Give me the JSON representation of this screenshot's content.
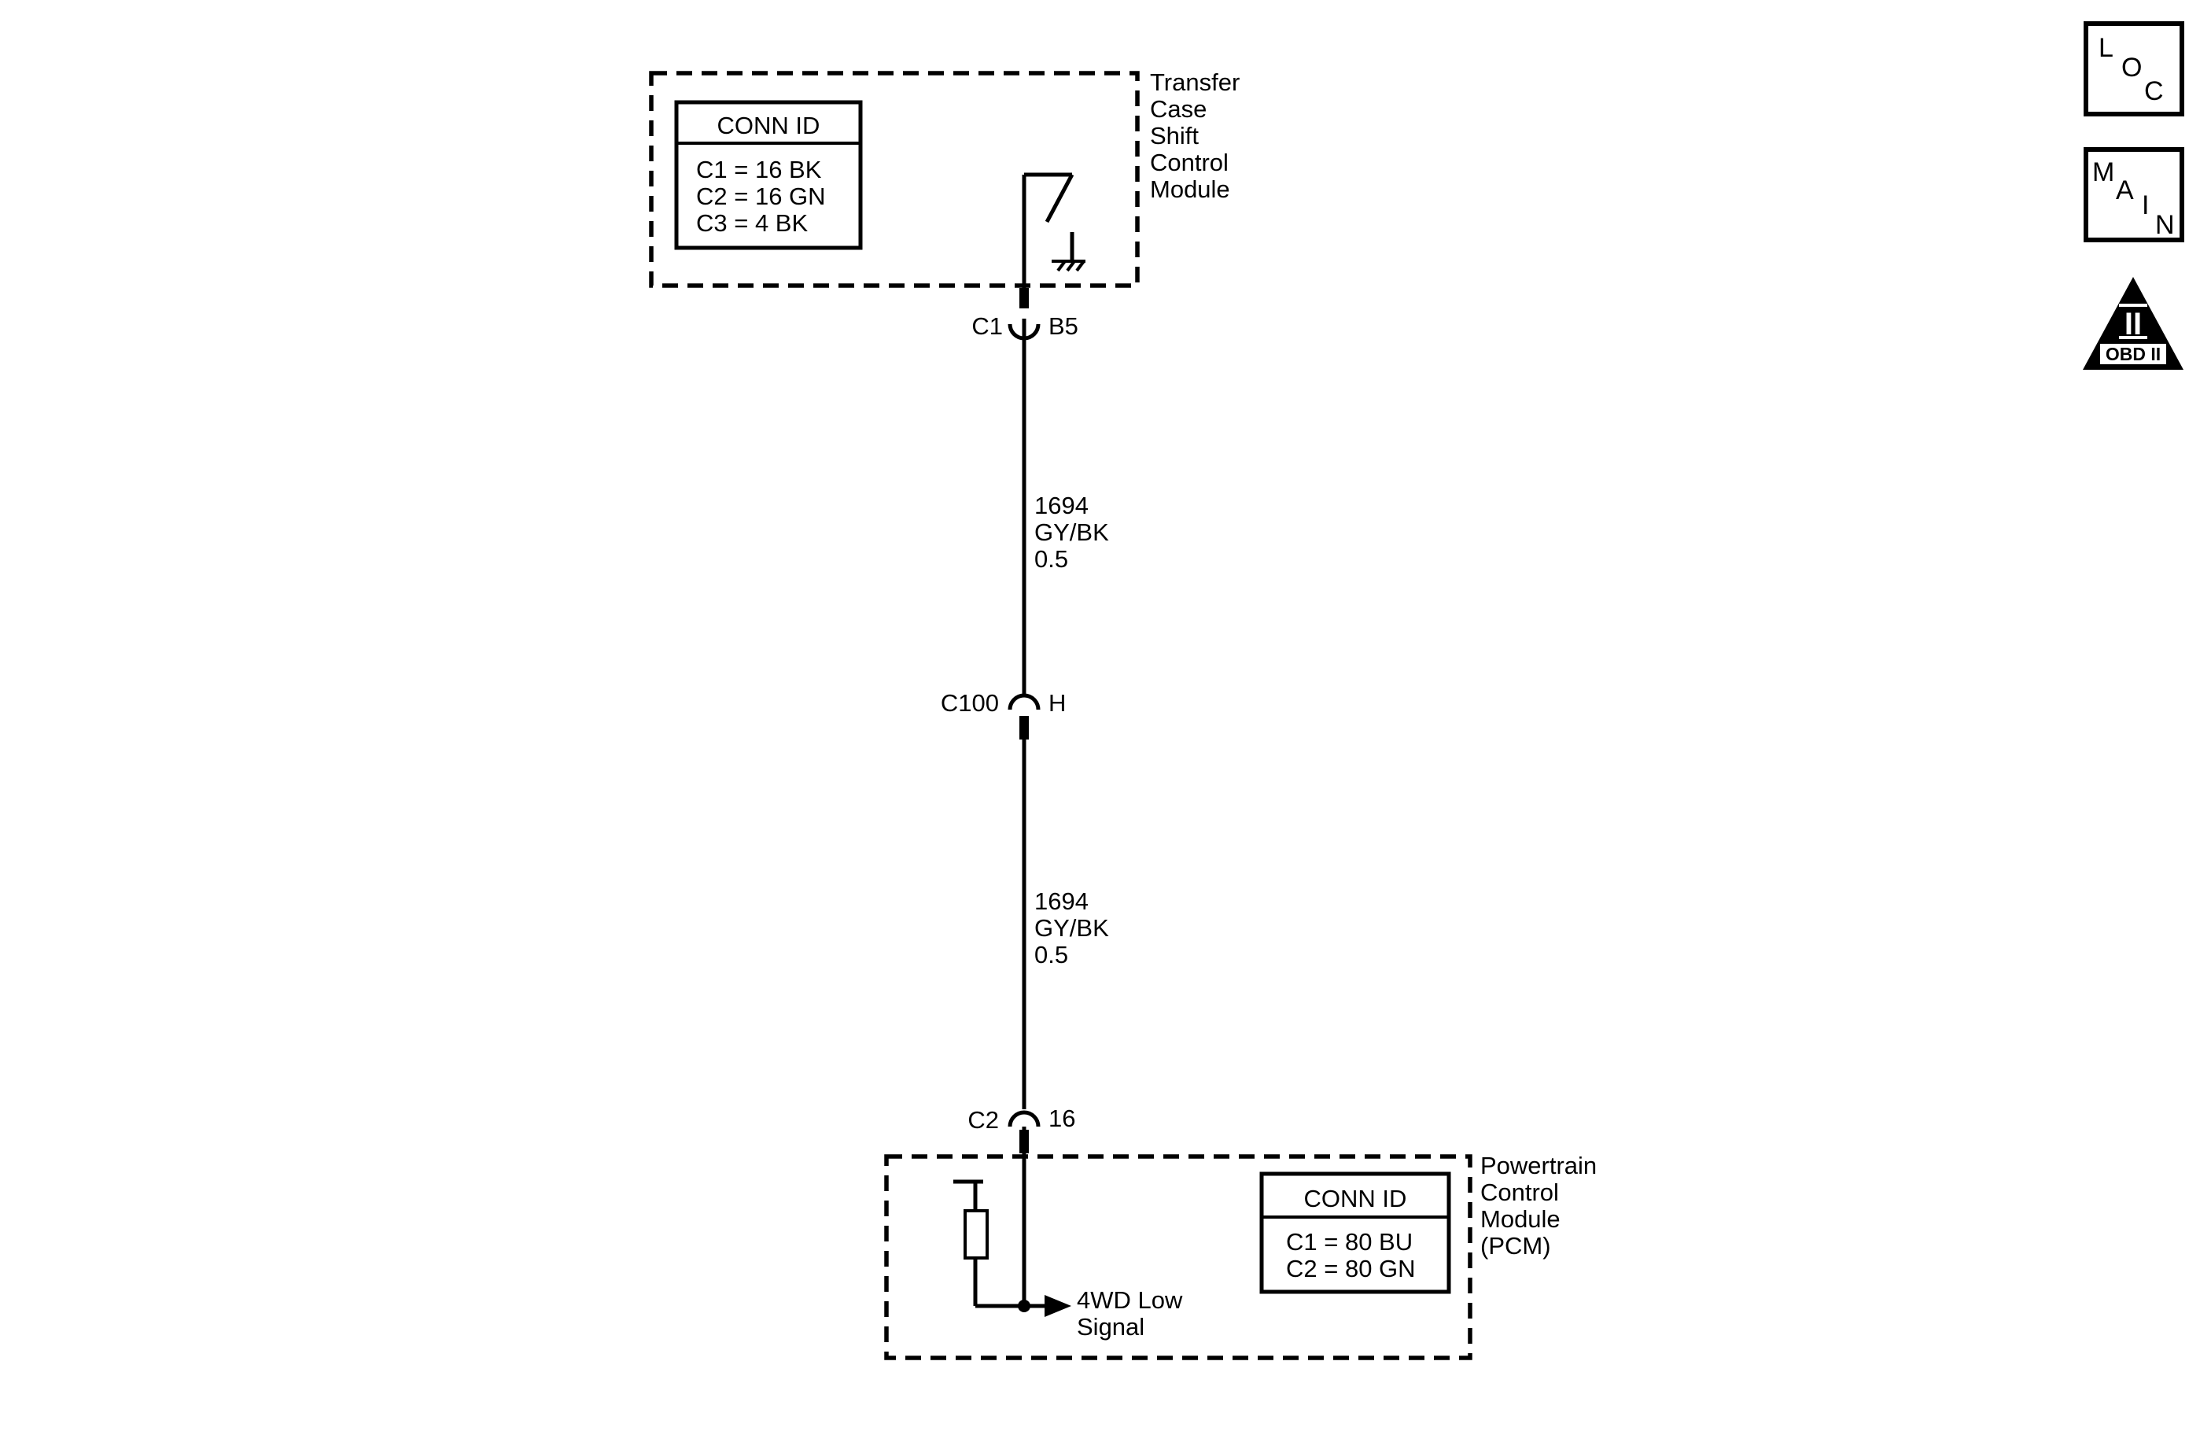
{
  "modules": {
    "tccm": {
      "name_lines": [
        "Transfer",
        "Case",
        "Shift",
        "Control",
        "Module"
      ],
      "conn_id": {
        "title": "CONN ID",
        "rows": [
          "C1 = 16 BK",
          "C2 = 16 GN",
          "C3 = 4 BK"
        ]
      }
    },
    "pcm": {
      "name_lines": [
        "Powertrain",
        "Control",
        "Module",
        "(PCM)"
      ],
      "conn_id": {
        "title": "CONN ID",
        "rows": [
          "C1 = 80 BU",
          "C2 = 80 GN"
        ]
      },
      "signal_lines": [
        "4WD Low",
        "Signal"
      ]
    }
  },
  "connectors": [
    {
      "connector": "C1",
      "pin": "B5"
    },
    {
      "connector": "C100",
      "pin": "H"
    },
    {
      "connector": "C2",
      "pin": "16"
    }
  ],
  "wires": [
    {
      "circuit": "1694",
      "color": "GY/BK",
      "size": "0.5"
    },
    {
      "circuit": "1694",
      "color": "GY/BK",
      "size": "0.5"
    }
  ],
  "nav_icons": {
    "loc": {
      "icon": "loc-icon",
      "letters": [
        "L",
        "O",
        "C"
      ]
    },
    "main": {
      "icon": "main-icon",
      "letters": [
        "M",
        "A",
        "I",
        "N"
      ]
    },
    "obd": {
      "icon": "obd-ii-icon",
      "numeral": "II",
      "label": "OBD II"
    }
  },
  "colors": {
    "line": "#000000",
    "background": "#ffffff"
  }
}
